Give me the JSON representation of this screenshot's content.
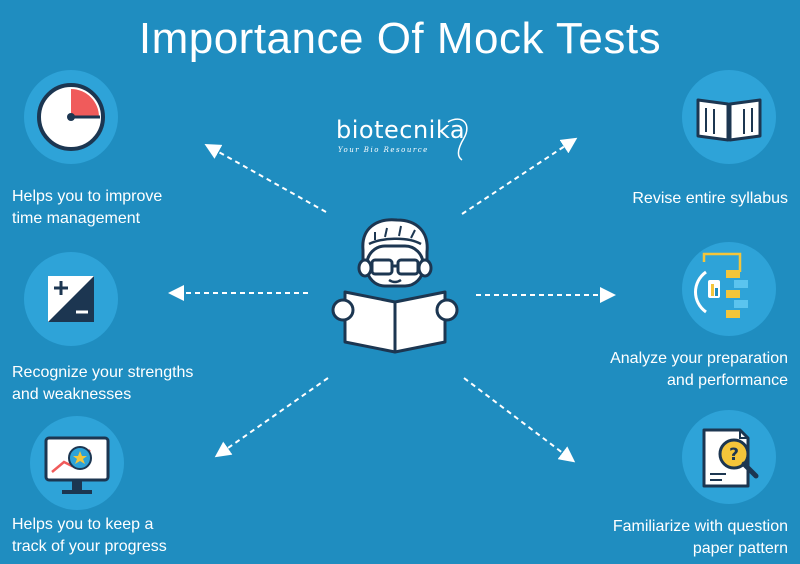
{
  "title": "Importance Of Mock Tests",
  "logo": {
    "name": "biotecnika",
    "tagline": "Your Bio Resource"
  },
  "colors": {
    "background": "#1f8dc0",
    "circle": "#2ea3d8",
    "accent_red": "#f05b5b",
    "accent_yellow": "#f4c53a",
    "navy": "#1c3651"
  },
  "items": [
    {
      "icon": "stopwatch-icon",
      "lines": [
        "Helps you to improve",
        "time management"
      ]
    },
    {
      "icon": "plus-minus-icon",
      "lines": [
        "Recognize your strengths",
        "and weaknesses"
      ]
    },
    {
      "icon": "progress-monitor-icon",
      "lines": [
        "Helps you to keep a",
        "track of your progress"
      ]
    },
    {
      "icon": "open-book-icon",
      "lines": [
        "Revise entire syllabus"
      ]
    },
    {
      "icon": "analysis-flowchart-icon",
      "lines": [
        "Analyze your preparation",
        "and performance"
      ]
    },
    {
      "icon": "question-paper-icon",
      "lines": [
        "Familiarize with question",
        "paper pattern"
      ]
    }
  ]
}
